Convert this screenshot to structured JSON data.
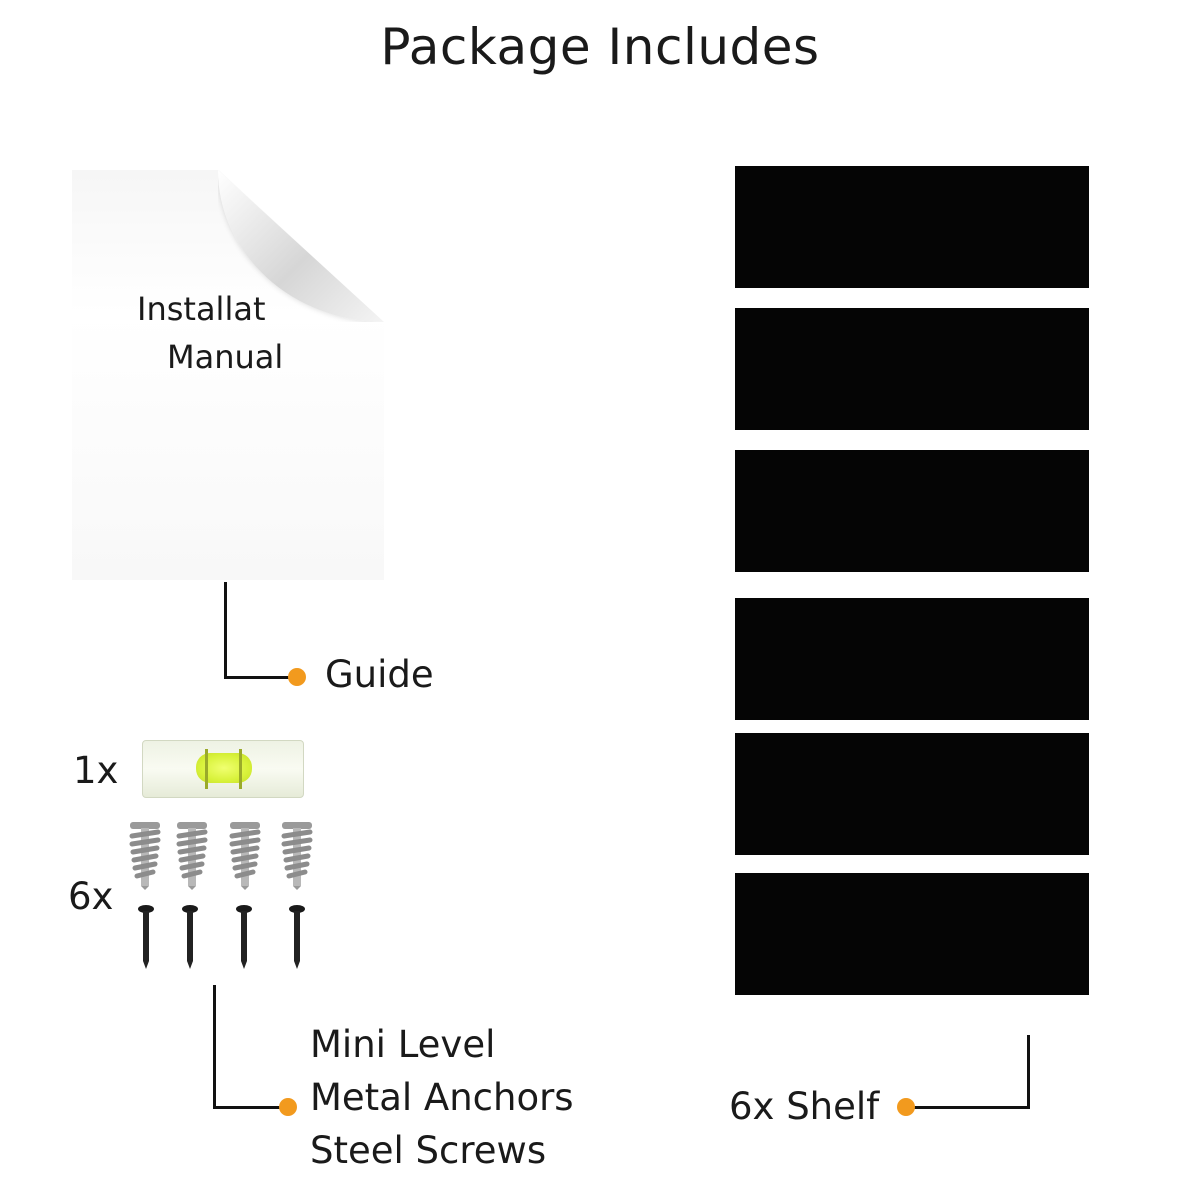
{
  "title": "Package Includes",
  "manual": {
    "line1": "Installat",
    "line2": "Manual"
  },
  "labels": {
    "guide": "Guide",
    "level_qty": "1x",
    "hardware_qty": "6x",
    "hardware_items": [
      "Mini Level",
      "Metal Anchors",
      "Steel Screws"
    ],
    "shelf": "6x Shelf"
  },
  "colors": {
    "accent_dot": "#f29a1e",
    "shelf": "#050505",
    "level_bubble": "#d8f23a"
  },
  "icons": [
    "level-icon",
    "wall-anchor-icon",
    "screw-icon",
    "document-icon"
  ]
}
